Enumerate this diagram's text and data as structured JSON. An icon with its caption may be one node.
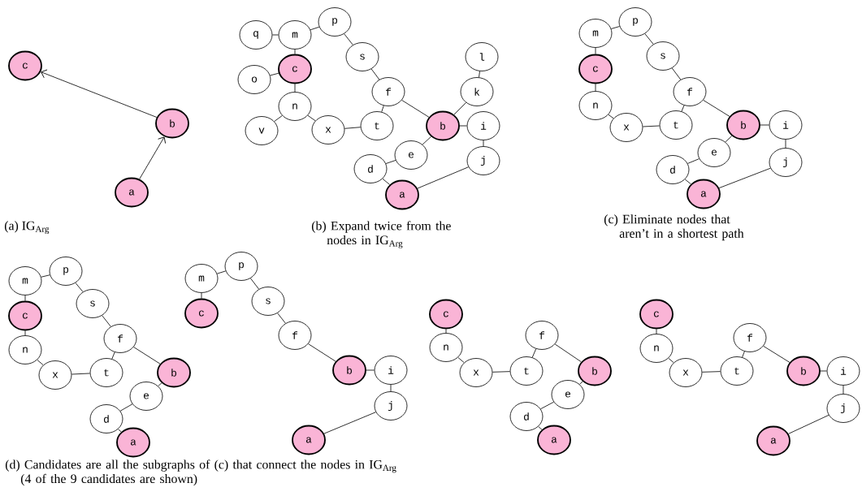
{
  "diagram": {
    "nodes": [
      {
        "text": [
          "c"
        ]
      },
      {
        "text": [
          "b"
        ]
      },
      {
        "text": [
          "a"
        ]
      },
      {
        "text": [
          "q"
        ]
      },
      {
        "text": [
          "m"
        ]
      },
      {
        "text": [
          "p"
        ]
      },
      {
        "text": [
          "o"
        ]
      },
      {
        "text": [
          "c"
        ]
      },
      {
        "text": [
          "s"
        ]
      },
      {
        "text": [
          "l"
        ]
      },
      {
        "text": [
          "f"
        ]
      },
      {
        "text": [
          "k"
        ]
      },
      {
        "text": [
          "n"
        ]
      },
      {
        "text": [
          "v"
        ]
      },
      {
        "text": [
          "x"
        ]
      },
      {
        "text": [
          "t"
        ]
      },
      {
        "text": [
          "b"
        ]
      },
      {
        "text": [
          "i"
        ]
      },
      {
        "text": [
          "e"
        ]
      },
      {
        "text": [
          "j"
        ]
      },
      {
        "text": [
          "d"
        ]
      },
      {
        "text": [
          "a"
        ]
      },
      {
        "text": [
          "p"
        ]
      },
      {
        "text": [
          "m"
        ]
      },
      {
        "text": [
          "s"
        ]
      },
      {
        "text": [
          "c"
        ]
      },
      {
        "text": [
          "f"
        ]
      },
      {
        "text": [
          "n"
        ]
      },
      {
        "text": [
          "x"
        ]
      },
      {
        "text": [
          "t"
        ]
      },
      {
        "text": [
          "b"
        ]
      },
      {
        "text": [
          "i"
        ]
      },
      {
        "text": [
          "e"
        ]
      },
      {
        "text": [
          "j"
        ]
      },
      {
        "text": [
          "d"
        ]
      },
      {
        "text": [
          "a"
        ]
      },
      {
        "text": [
          "p"
        ]
      },
      {
        "text": [
          "m"
        ]
      },
      {
        "text": [
          "s"
        ]
      },
      {
        "text": [
          "c"
        ]
      },
      {
        "text": [
          "f"
        ]
      },
      {
        "text": [
          "n"
        ]
      },
      {
        "text": [
          "x"
        ]
      },
      {
        "text": [
          "t"
        ]
      },
      {
        "text": [
          "b"
        ]
      },
      {
        "text": [
          "e"
        ]
      },
      {
        "text": [
          "d"
        ]
      },
      {
        "text": [
          "a"
        ]
      },
      {
        "text": [
          "p"
        ]
      },
      {
        "text": [
          "m"
        ]
      },
      {
        "text": [
          "s"
        ]
      },
      {
        "text": [
          "c"
        ]
      },
      {
        "text": [
          "f"
        ]
      },
      {
        "text": [
          "b"
        ]
      },
      {
        "text": [
          "i"
        ]
      },
      {
        "text": [
          "j"
        ]
      },
      {
        "text": [
          "a"
        ]
      },
      {
        "text": [
          "c"
        ]
      },
      {
        "text": [
          "f"
        ]
      },
      {
        "text": [
          "n"
        ]
      },
      {
        "text": [
          "x"
        ]
      },
      {
        "text": [
          "t"
        ]
      },
      {
        "text": [
          "b"
        ]
      },
      {
        "text": [
          "e"
        ]
      },
      {
        "text": [
          "d"
        ]
      },
      {
        "text": [
          "a"
        ]
      },
      {
        "text": [
          "c"
        ]
      },
      {
        "text": [
          "f"
        ]
      },
      {
        "text": [
          "n"
        ]
      },
      {
        "text": [
          "x"
        ]
      },
      {
        "text": [
          "t"
        ]
      },
      {
        "text": [
          "b"
        ]
      },
      {
        "text": [
          "i"
        ]
      },
      {
        "text": [
          "j"
        ]
      },
      {
        "text": [
          "a"
        ]
      }
    ],
    "edges": [
      {
        "from": 1,
        "to": 0,
        "arrow": "to"
      },
      {
        "from": 2,
        "to": 1,
        "arrow": "to"
      },
      {
        "from": 3,
        "to": 4,
        "arrow": "none"
      },
      {
        "from": 4,
        "to": 5,
        "arrow": "none"
      },
      {
        "from": 4,
        "to": 7,
        "arrow": "none"
      },
      {
        "from": 6,
        "to": 7,
        "arrow": "none"
      },
      {
        "from": 5,
        "to": 8,
        "arrow": "none"
      },
      {
        "from": 8,
        "to": 10,
        "arrow": "none"
      },
      {
        "from": 7,
        "to": 12,
        "arrow": "none"
      },
      {
        "from": 12,
        "to": 13,
        "arrow": "none"
      },
      {
        "from": 12,
        "to": 14,
        "arrow": "none"
      },
      {
        "from": 14,
        "to": 15,
        "arrow": "none"
      },
      {
        "from": 15,
        "to": 10,
        "arrow": "none"
      },
      {
        "from": 10,
        "to": 16,
        "arrow": "none"
      },
      {
        "from": 9,
        "to": 11,
        "arrow": "none"
      },
      {
        "from": 11,
        "to": 16,
        "arrow": "none"
      },
      {
        "from": 16,
        "to": 17,
        "arrow": "none"
      },
      {
        "from": 16,
        "to": 18,
        "arrow": "none"
      },
      {
        "from": 18,
        "to": 20,
        "arrow": "none"
      },
      {
        "from": 20,
        "to": 21,
        "arrow": "none"
      },
      {
        "from": 17,
        "to": 19,
        "arrow": "none"
      },
      {
        "from": 19,
        "to": 21,
        "arrow": "none"
      },
      {
        "from": 23,
        "to": 22,
        "arrow": "none"
      },
      {
        "from": 23,
        "to": 25,
        "arrow": "none"
      },
      {
        "from": 22,
        "to": 24,
        "arrow": "none"
      },
      {
        "from": 24,
        "to": 26,
        "arrow": "none"
      },
      {
        "from": 25,
        "to": 27,
        "arrow": "none"
      },
      {
        "from": 27,
        "to": 28,
        "arrow": "none"
      },
      {
        "from": 28,
        "to": 29,
        "arrow": "none"
      },
      {
        "from": 29,
        "to": 26,
        "arrow": "none"
      },
      {
        "from": 26,
        "to": 30,
        "arrow": "none"
      },
      {
        "from": 30,
        "to": 31,
        "arrow": "none"
      },
      {
        "from": 30,
        "to": 32,
        "arrow": "none"
      },
      {
        "from": 32,
        "to": 34,
        "arrow": "none"
      },
      {
        "from": 34,
        "to": 35,
        "arrow": "none"
      },
      {
        "from": 31,
        "to": 33,
        "arrow": "none"
      },
      {
        "from": 33,
        "to": 35,
        "arrow": "none"
      },
      {
        "from": 37,
        "to": 36,
        "arrow": "none"
      },
      {
        "from": 37,
        "to": 39,
        "arrow": "none"
      },
      {
        "from": 36,
        "to": 38,
        "arrow": "none"
      },
      {
        "from": 38,
        "to": 40,
        "arrow": "none"
      },
      {
        "from": 39,
        "to": 41,
        "arrow": "none"
      },
      {
        "from": 41,
        "to": 42,
        "arrow": "none"
      },
      {
        "from": 42,
        "to": 43,
        "arrow": "none"
      },
      {
        "from": 43,
        "to": 40,
        "arrow": "none"
      },
      {
        "from": 40,
        "to": 44,
        "arrow": "none"
      },
      {
        "from": 44,
        "to": 45,
        "arrow": "none"
      },
      {
        "from": 45,
        "to": 46,
        "arrow": "none"
      },
      {
        "from": 46,
        "to": 47,
        "arrow": "none"
      },
      {
        "from": 49,
        "to": 48,
        "arrow": "none"
      },
      {
        "from": 49,
        "to": 51,
        "arrow": "none"
      },
      {
        "from": 48,
        "to": 50,
        "arrow": "none"
      },
      {
        "from": 50,
        "to": 52,
        "arrow": "none"
      },
      {
        "from": 52,
        "to": 53,
        "arrow": "none"
      },
      {
        "from": 53,
        "to": 54,
        "arrow": "none"
      },
      {
        "from": 54,
        "to": 55,
        "arrow": "none"
      },
      {
        "from": 55,
        "to": 56,
        "arrow": "none"
      },
      {
        "from": 57,
        "to": 59,
        "arrow": "none"
      },
      {
        "from": 59,
        "to": 60,
        "arrow": "none"
      },
      {
        "from": 60,
        "to": 61,
        "arrow": "none"
      },
      {
        "from": 61,
        "to": 58,
        "arrow": "none"
      },
      {
        "from": 58,
        "to": 62,
        "arrow": "none"
      },
      {
        "from": 62,
        "to": 63,
        "arrow": "none"
      },
      {
        "from": 63,
        "to": 64,
        "arrow": "none"
      },
      {
        "from": 64,
        "to": 65,
        "arrow": "none"
      },
      {
        "from": 66,
        "to": 68,
        "arrow": "none"
      },
      {
        "from": 68,
        "to": 69,
        "arrow": "none"
      },
      {
        "from": 69,
        "to": 70,
        "arrow": "none"
      },
      {
        "from": 70,
        "to": 67,
        "arrow": "none"
      },
      {
        "from": 67,
        "to": 71,
        "arrow": "none"
      },
      {
        "from": 71,
        "to": 72,
        "arrow": "none"
      },
      {
        "from": 72,
        "to": 73,
        "arrow": "none"
      },
      {
        "from": 73,
        "to": 74,
        "arrow": "none"
      }
    ],
    "labels": [
      "(a) IG$_{Arg}$",
      "(b) Expand twice from the nodes in IG$_{Arg}$",
      "(c) Eliminate nodes that aren’t in a shortest path",
      "(d) Candidates are all the subgraphs of (c) that connect the nodes in IG$_{Arg}$ (4 of the 9 candidates are shown)"
    ]
  }
}
